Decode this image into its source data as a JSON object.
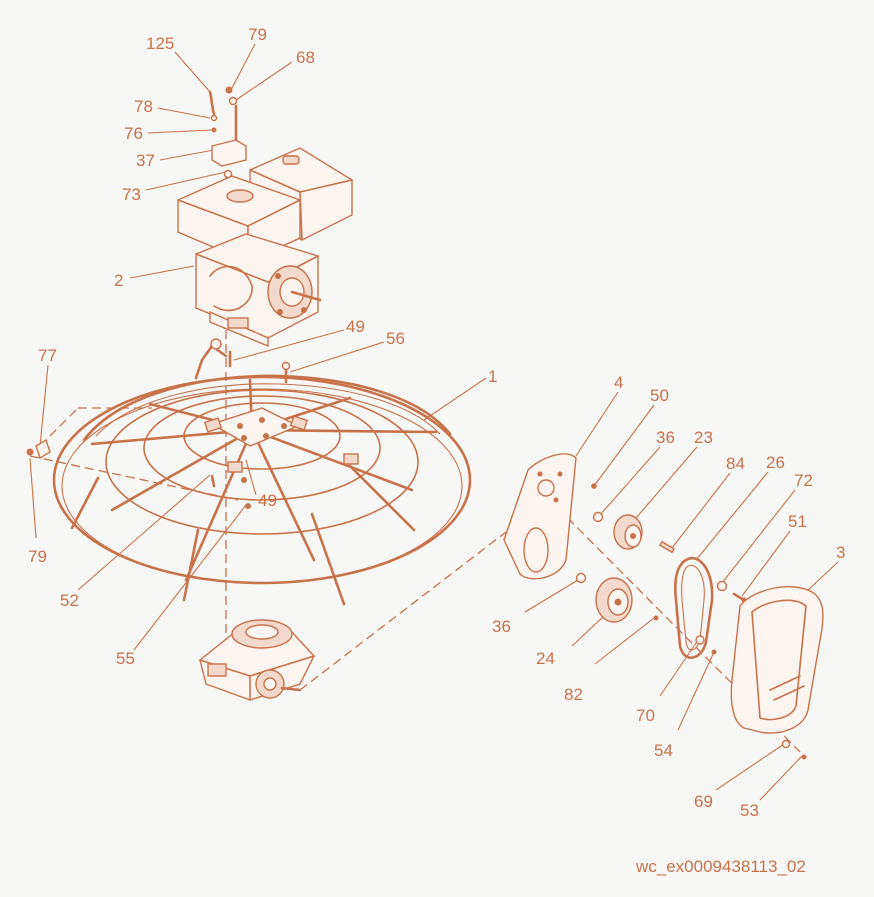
{
  "colors": {
    "line": "#c8724a",
    "background": "#f7f7f6"
  },
  "callouts": {
    "c125": "125",
    "c79_top": "79",
    "c68": "68",
    "c78": "78",
    "c76": "76",
    "c37": "37",
    "c73": "73",
    "c2": "2",
    "c49_top": "49",
    "c56": "56",
    "c77": "77",
    "c1": "1",
    "c49_mid": "49",
    "c79_left": "79",
    "c52": "52",
    "c55": "55",
    "c4": "4",
    "c50": "50",
    "c36_top": "36",
    "c23": "23",
    "c84": "84",
    "c26": "26",
    "c72": "72",
    "c51": "51",
    "c3": "3",
    "c36_bot": "36",
    "c24": "24",
    "c82": "82",
    "c70": "70",
    "c54": "54",
    "c69": "69",
    "c53": "53"
  },
  "figure_id": "wc_ex0009438113_02"
}
